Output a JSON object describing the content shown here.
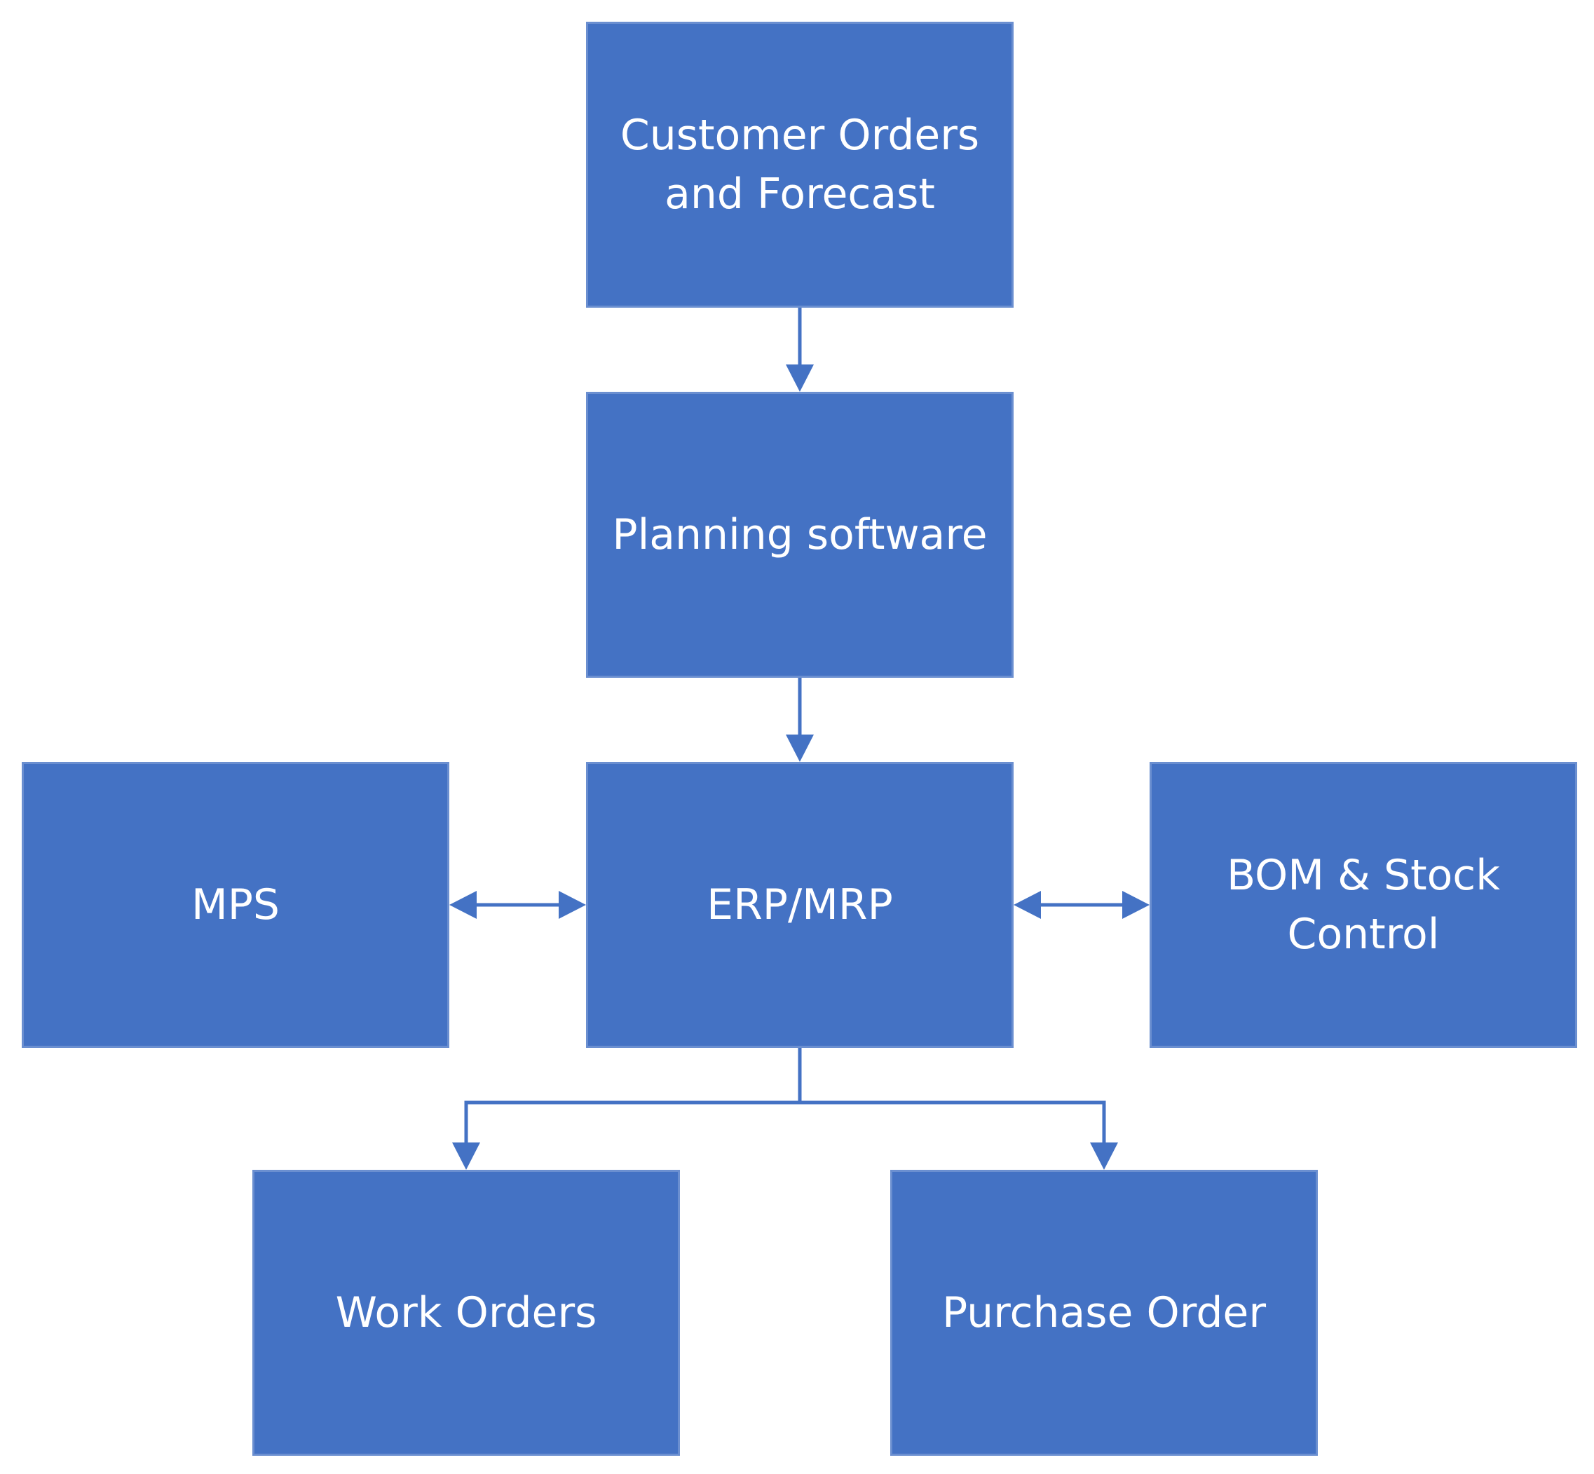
{
  "colors": {
    "box_fill": "#4472C4",
    "box_border": "#6B8FD0",
    "connector": "#4472C4",
    "text": "#ffffff",
    "background": "#ffffff"
  },
  "nodes": {
    "customer_orders": {
      "line1": "Customer Orders",
      "line2": "and Forecast"
    },
    "planning_software": {
      "label": "Planning software"
    },
    "mps": {
      "label": "MPS"
    },
    "erp_mrp": {
      "label": "ERP/MRP"
    },
    "bom_stock": {
      "line1": "BOM & Stock",
      "line2": "Control"
    },
    "work_orders": {
      "label": "Work Orders"
    },
    "purchase_order": {
      "label": "Purchase Order"
    }
  },
  "edges": [
    {
      "from": "customer_orders",
      "to": "planning_software",
      "direction": "forward"
    },
    {
      "from": "planning_software",
      "to": "erp_mrp",
      "direction": "forward"
    },
    {
      "from": "mps",
      "to": "erp_mrp",
      "direction": "both"
    },
    {
      "from": "erp_mrp",
      "to": "bom_stock",
      "direction": "both"
    },
    {
      "from": "erp_mrp",
      "to": "work_orders",
      "direction": "forward"
    },
    {
      "from": "erp_mrp",
      "to": "purchase_order",
      "direction": "forward"
    }
  ]
}
